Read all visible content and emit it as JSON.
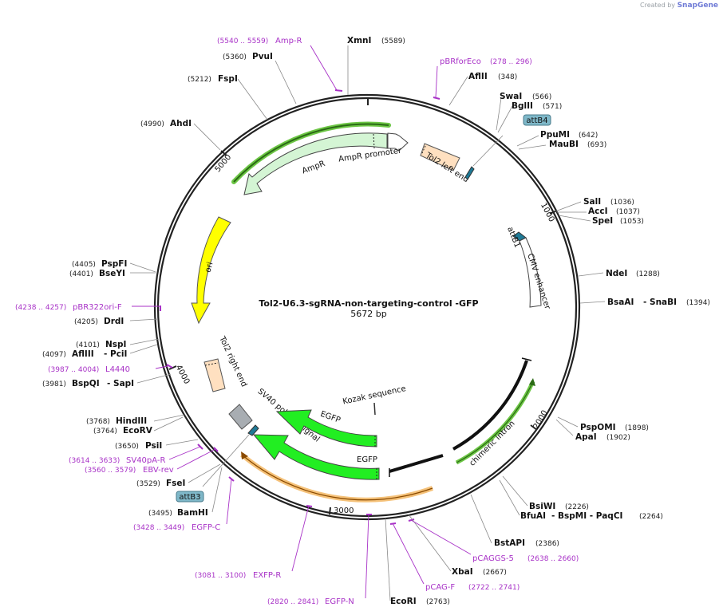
{
  "credit": {
    "prefix": "Created by",
    "brand": "SnapGene"
  },
  "plasmid": {
    "name": "Tol2-U6.3-sgRNA-non-targeting-control -GFP",
    "size": "5672 bp"
  },
  "ticks": [
    "1000",
    "2000",
    "3000",
    "4000",
    "5000"
  ],
  "enzymes": [
    {
      "name": "XmnI",
      "pos": "(5589)"
    },
    {
      "name": "PvuI",
      "pos": "(5360)"
    },
    {
      "name": "FspI",
      "pos": "(5212)"
    },
    {
      "name": "AhdI",
      "pos": "(4990)"
    },
    {
      "name": "AflII",
      "pos": "(348)"
    },
    {
      "name": "SwaI",
      "pos": "(566)"
    },
    {
      "name": "BglII",
      "pos": "(571)"
    },
    {
      "name": "PpuMI",
      "pos": "(642)"
    },
    {
      "name": "MauBI",
      "pos": "(693)"
    },
    {
      "name": "SalI",
      "pos": "(1036)"
    },
    {
      "name": "AccI",
      "pos": "(1037)"
    },
    {
      "name": "SpeI",
      "pos": "(1053)"
    },
    {
      "name": "NdeI",
      "pos": "(1288)"
    },
    {
      "name": "BsaAI",
      "extra": "- SnaBI",
      "pos": "(1394)"
    },
    {
      "name": "PspOMI",
      "pos": "(1898)"
    },
    {
      "name": "ApaI",
      "pos": "(1902)"
    },
    {
      "name": "BsiWI",
      "pos": "(2226)"
    },
    {
      "name": "BfuAI",
      "extra": "- BspMI  - PaqCI",
      "pos": "(2264)"
    },
    {
      "name": "BstAPI",
      "pos": "(2386)"
    },
    {
      "name": "XbaI",
      "pos": "(2667)"
    },
    {
      "name": "EcoRI",
      "pos": "(2763)"
    },
    {
      "name": "BamHI",
      "pos": "(3495)"
    },
    {
      "name": "FseI",
      "pos": "(3529)"
    },
    {
      "name": "PsiI",
      "pos": "(3650)"
    },
    {
      "name": "HindIII",
      "pos": "(3768)"
    },
    {
      "name": "EcoRV",
      "pos": "(3764)"
    },
    {
      "name": "BspQI",
      "extra": "- SapI",
      "pos": "(3981)"
    },
    {
      "name": "NspI",
      "pos": "(4101)"
    },
    {
      "name": "AflIII",
      "extra": "- PciI",
      "pos": "(4097)"
    },
    {
      "name": "DrdI",
      "pos": "(4205)"
    },
    {
      "name": "PspFI",
      "pos": "(4405)"
    },
    {
      "name": "BseYI",
      "pos": "(4401)"
    }
  ],
  "primers": [
    {
      "name": "Amp-R",
      "range": "(5540 .. 5559)"
    },
    {
      "name": "pBRforEco",
      "range": "(278 .. 296)"
    },
    {
      "name": "pCAGGS-5",
      "range": "(2638 .. 2660)"
    },
    {
      "name": "pCAG-F",
      "range": "(2722 .. 2741)"
    },
    {
      "name": "EGFP-N",
      "range": "(2820 .. 2841)"
    },
    {
      "name": "EXFP-R",
      "range": "(3081 .. 3100)"
    },
    {
      "name": "EGFP-C",
      "range": "(3428 .. 3449)"
    },
    {
      "name": "EBV-rev",
      "range": "(3560 .. 3579)"
    },
    {
      "name": "SV40pA-R",
      "range": "(3614 .. 3633)"
    },
    {
      "name": "L4440",
      "range": "(3987 .. 4004)"
    },
    {
      "name": "pBR322ori-F",
      "range": "(4238 .. 4257)"
    }
  ],
  "features": {
    "ampr": "AmpR",
    "ampr_promoter": "AmpR promoter",
    "tol2_left": "Tol2 left end",
    "attb4": "attB4",
    "attb1": "attB1",
    "cmv": "CMV enhancer",
    "ori": "ori",
    "tol2_right": "Tol2 right end",
    "sv40": "SV40 poly(A) signal",
    "kozak": "Kozak sequence",
    "egfp1": "EGFP",
    "egfp2": "EGFP",
    "chimeric": "chimeric intron",
    "attb3": "attB3"
  },
  "colors": {
    "backbone": "#222222",
    "primer": "#a832c7",
    "ampr_fill": "#d4f5d4",
    "egfp_fill": "#22ee22",
    "ori_fill": "#ffff00",
    "tol2_fill": "#ffe0c0",
    "att_fill": "#7fb8c9",
    "sv40_fill": "#a8adb2",
    "highlight_green": "#6cc644",
    "highlight_orange": "#f5c27a"
  }
}
